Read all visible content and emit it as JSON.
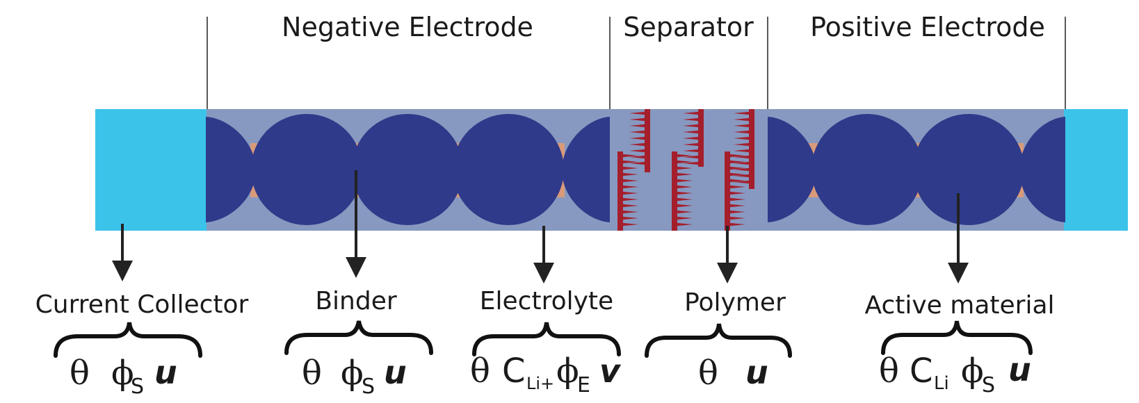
{
  "regions": {
    "negative_electrode": "Negative Electrode",
    "separator": "Separator",
    "positive_electrode": "Positive Electrode"
  },
  "components": {
    "current_collector": {
      "label": "Current Collector",
      "vars": {
        "theta": "θ",
        "phi": "ϕ",
        "phi_sub": "S",
        "u": "u"
      }
    },
    "binder": {
      "label": "Binder",
      "vars": {
        "theta": "θ",
        "phi": "ϕ",
        "phi_sub": "S",
        "u": "u"
      }
    },
    "electrolyte": {
      "label": "Electrolyte",
      "vars": {
        "theta": "θ",
        "c": "C",
        "c_sub": "Li+",
        "phi": "ϕ",
        "phi_sub": "E",
        "v": "v"
      }
    },
    "polymer": {
      "label": "Polymer",
      "vars": {
        "theta": "θ",
        "u": "u"
      }
    },
    "active_material": {
      "label": "Active material",
      "vars": {
        "theta": "θ",
        "c": "C",
        "c_sub": "Li",
        "phi": "ϕ",
        "phi_sub": "S",
        "u": "u"
      }
    }
  },
  "colors": {
    "current_collector": "#3CC3EA",
    "cell_background": "#8799C0",
    "particle": "#2F3A8A",
    "binder": "#D99A7A",
    "polymer": "#A51E2C",
    "line": "#222222"
  }
}
